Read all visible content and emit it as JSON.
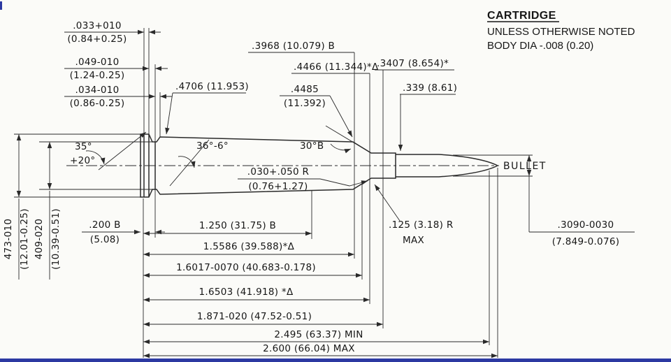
{
  "title_block": {
    "title": "CARTRIDGE",
    "note1": "UNLESS OTHERWISE NOTED",
    "note2": "BODY DIA -.008 (0.20)"
  },
  "labels": {
    "bullet": "BULLET"
  },
  "accent_colors": {
    "border_blue": "#2c39a2"
  },
  "dims": {
    "rim1_in": ".033+010",
    "rim1_mm": "(0.84+0.25)",
    "rim2_in": ".049-010",
    "rim2_mm": "(1.24-0.25)",
    "rim3_in": ".034-010",
    "rim3_mm": "(0.86-0.25)",
    "neck_basic": ".3968 (10.079) B",
    "shoulder1": ".4466 (11.344)*Δ",
    "neck2": ".3407 (8.654)*",
    "body_dia": ".4706 (11.953)",
    "shoulder2_in": ".4485",
    "shoulder2_mm": "(11.392)",
    "bullet_seat": ".339 (8.61)",
    "angle_rim_a": "35°",
    "angle_rim_b": "+20°",
    "angle_groove": "36°-6°",
    "angle_shoulder": "30°B",
    "radius_shoulder_in": ".030+.050 R",
    "radius_shoulder_mm": "(0.76+1.27)",
    "head_dia_in": "473-010",
    "head_dia_mm": "(12.01-0.25)",
    "groove_dia_in": "409-020",
    "groove_dia_mm": "(10.39-0.51)",
    "l200_in": ".200 B",
    "l200_mm": "(5.08)",
    "l1250": "1.250 (31.75) B",
    "l15586": "1.5586 (39.588)*Δ",
    "l16017": "1.6017-0070 (40.683-0.178)",
    "l16503": "1.6503 (41.918) *Δ",
    "l1871": "1.871-020 (47.52-0.51)",
    "neck_radius_a": ".125 (3.18) R",
    "neck_radius_b": "MAX",
    "bullet_dia_in": ".3090-0030",
    "bullet_dia_mm": "(7.849-0.076)",
    "oal_min": "2.495 (63.37) MIN",
    "oal_max": "2.600 (66.04) MAX"
  }
}
